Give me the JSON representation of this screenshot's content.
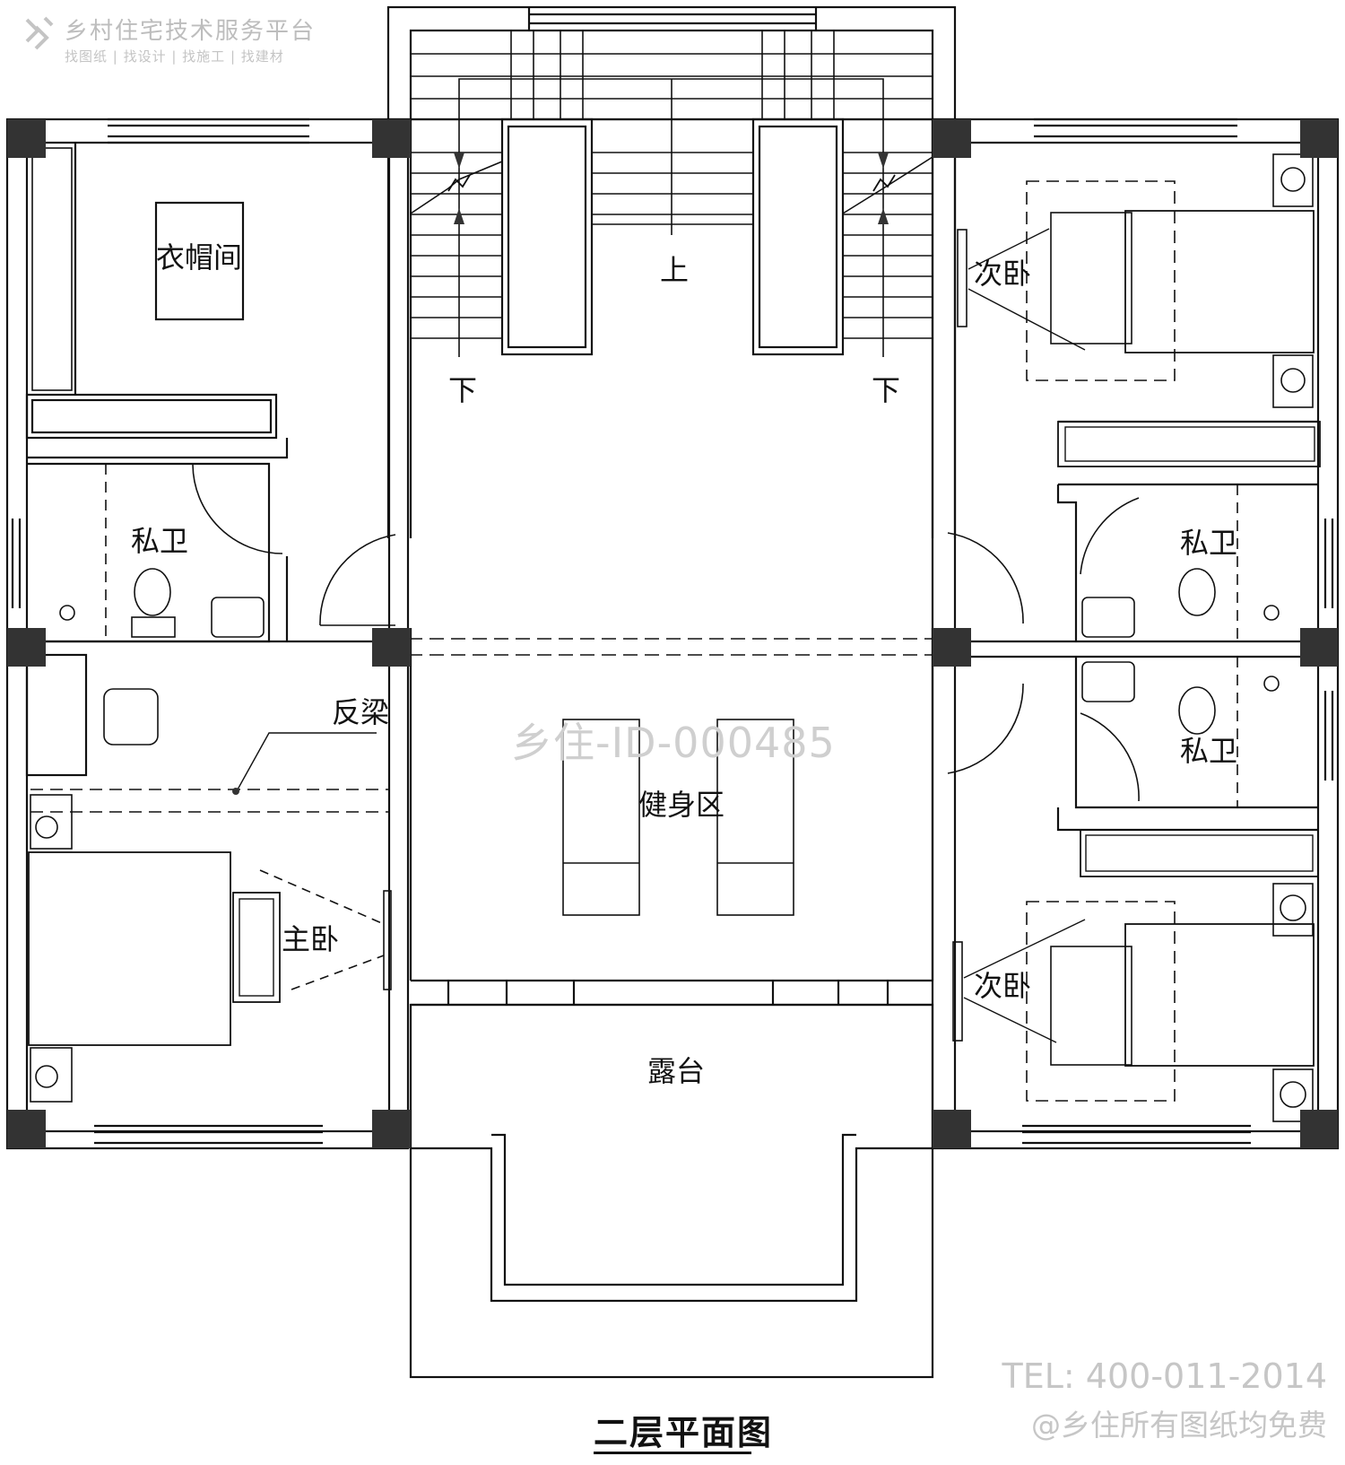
{
  "watermark": {
    "brand": "乡村住宅技术服务平台",
    "slogan": "找图纸 | 找设计 | 找施工 | 找建材",
    "plan_id": "乡住-ID-000485",
    "tel": "TEL: 400-011-2014",
    "free_note": "@乡住所有图纸均免费"
  },
  "drawing": {
    "title": "二层平面图",
    "rooms": {
      "cloakroom": "衣帽间",
      "bath_master": "私卫",
      "master_bedroom": "主卧",
      "beam_note": "反梁",
      "fitness": "健身区",
      "terrace": "露台",
      "bedroom_top": "次卧",
      "bath_right_top": "私卫",
      "bath_right_bottom": "私卫",
      "bedroom_bottom": "次卧"
    },
    "stair": {
      "up": "上",
      "down_left": "下",
      "down_right": "下"
    }
  },
  "colors": {
    "wall": "#111111",
    "column": "#333333",
    "furniture": "#444444",
    "watermark": "#c8c8c8"
  }
}
